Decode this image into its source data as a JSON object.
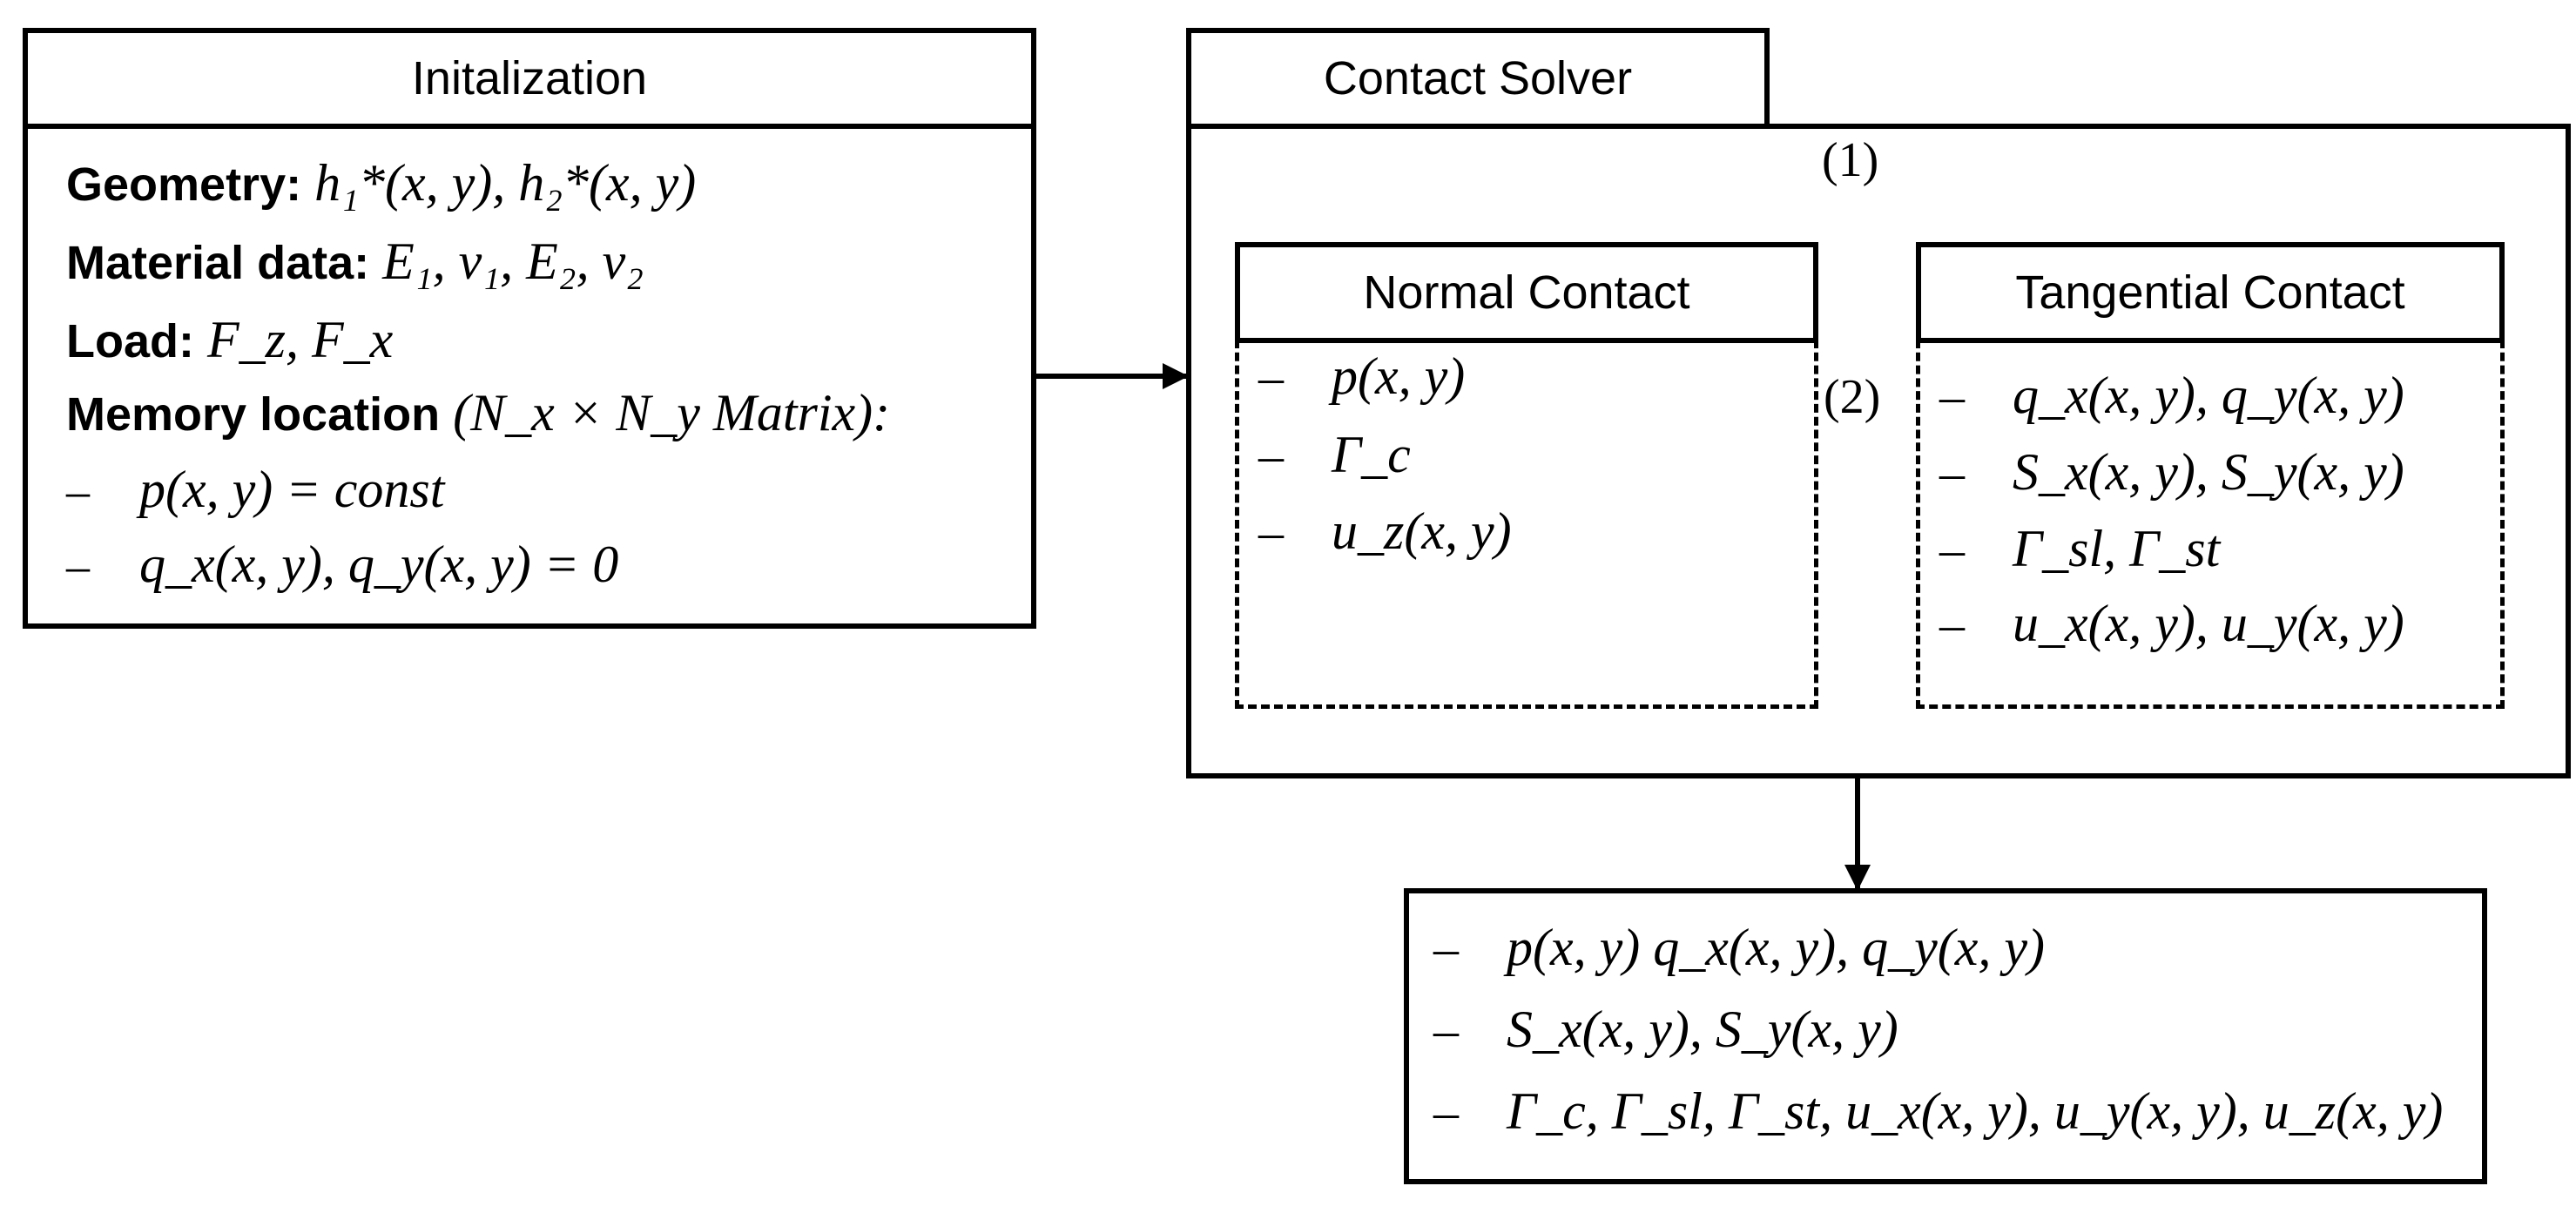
{
  "init": {
    "title": "Initalization",
    "geometry_label": "Geometry:",
    "geometry_value": "h₁*(x, y), h₂*(x, y)",
    "material_label": "Material data:",
    "material_value": "E₁, ν₁, E₂, ν₂",
    "load_label": "Load:",
    "load_value": "F_z, F_x",
    "memory_label": "Memory location",
    "memory_value": "(N_x × N_y Matrix):",
    "items": [
      "p(x, y) = const",
      "q_x(x, y), q_y(x, y) = 0"
    ]
  },
  "solver": {
    "title": "Contact Solver",
    "cycle_1": "(1)",
    "cycle_2": "(2)",
    "normal": {
      "title": "Normal Contact",
      "items": [
        "p(x, y)",
        "Γ_c",
        "u_z(x, y)"
      ]
    },
    "tangential": {
      "title": "Tangential Contact",
      "items": [
        "q_x(x, y), q_y(x, y)",
        "S_x(x, y), S_y(x, y)",
        "Γ_sl, Γ_st",
        "u_x(x, y), u_y(x, y)"
      ]
    }
  },
  "output": {
    "items": [
      "p(x, y) q_x(x, y), q_y(x, y)",
      "S_x(x, y), S_y(x, y)",
      "Γ_c, Γ_sl, Γ_st, u_x(x, y), u_y(x, y), u_z(x, y)"
    ]
  }
}
